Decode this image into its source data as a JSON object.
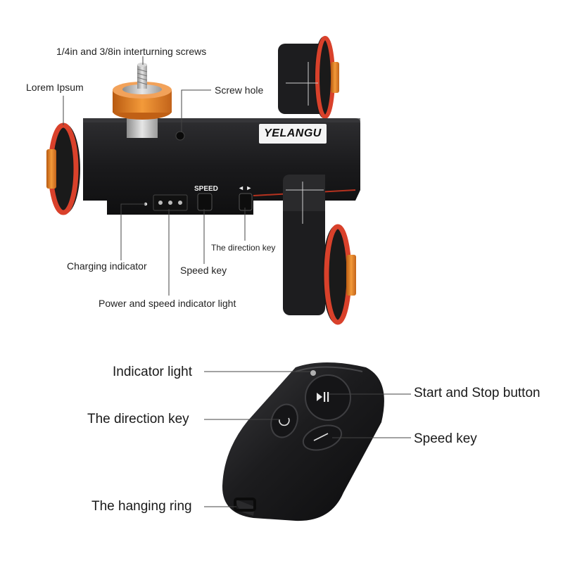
{
  "dolly": {
    "brand": "YELANGU",
    "speed_button_label": "SPEED",
    "direction_arrows": "◄ ►",
    "labels": {
      "screws": "1/4in and 3/8in interturning screws",
      "lorem": "Lorem Ipsum",
      "screw_hole": "Screw hole",
      "direction_key": "The direction key",
      "charging_indicator": "Charging indicator",
      "speed_key": "Speed key",
      "power_speed_light": "Power and speed indicator light"
    }
  },
  "remote": {
    "labels": {
      "indicator_light": "Indicator light",
      "start_stop": "Start and Stop button",
      "direction_key": "The direction key",
      "speed_key": "Speed key",
      "hanging_ring": "The hanging ring"
    }
  },
  "colors": {
    "orange": "#e07a1f",
    "red_ring": "#d9412b",
    "body": "#1b1b1d",
    "leader": "#444444"
  }
}
